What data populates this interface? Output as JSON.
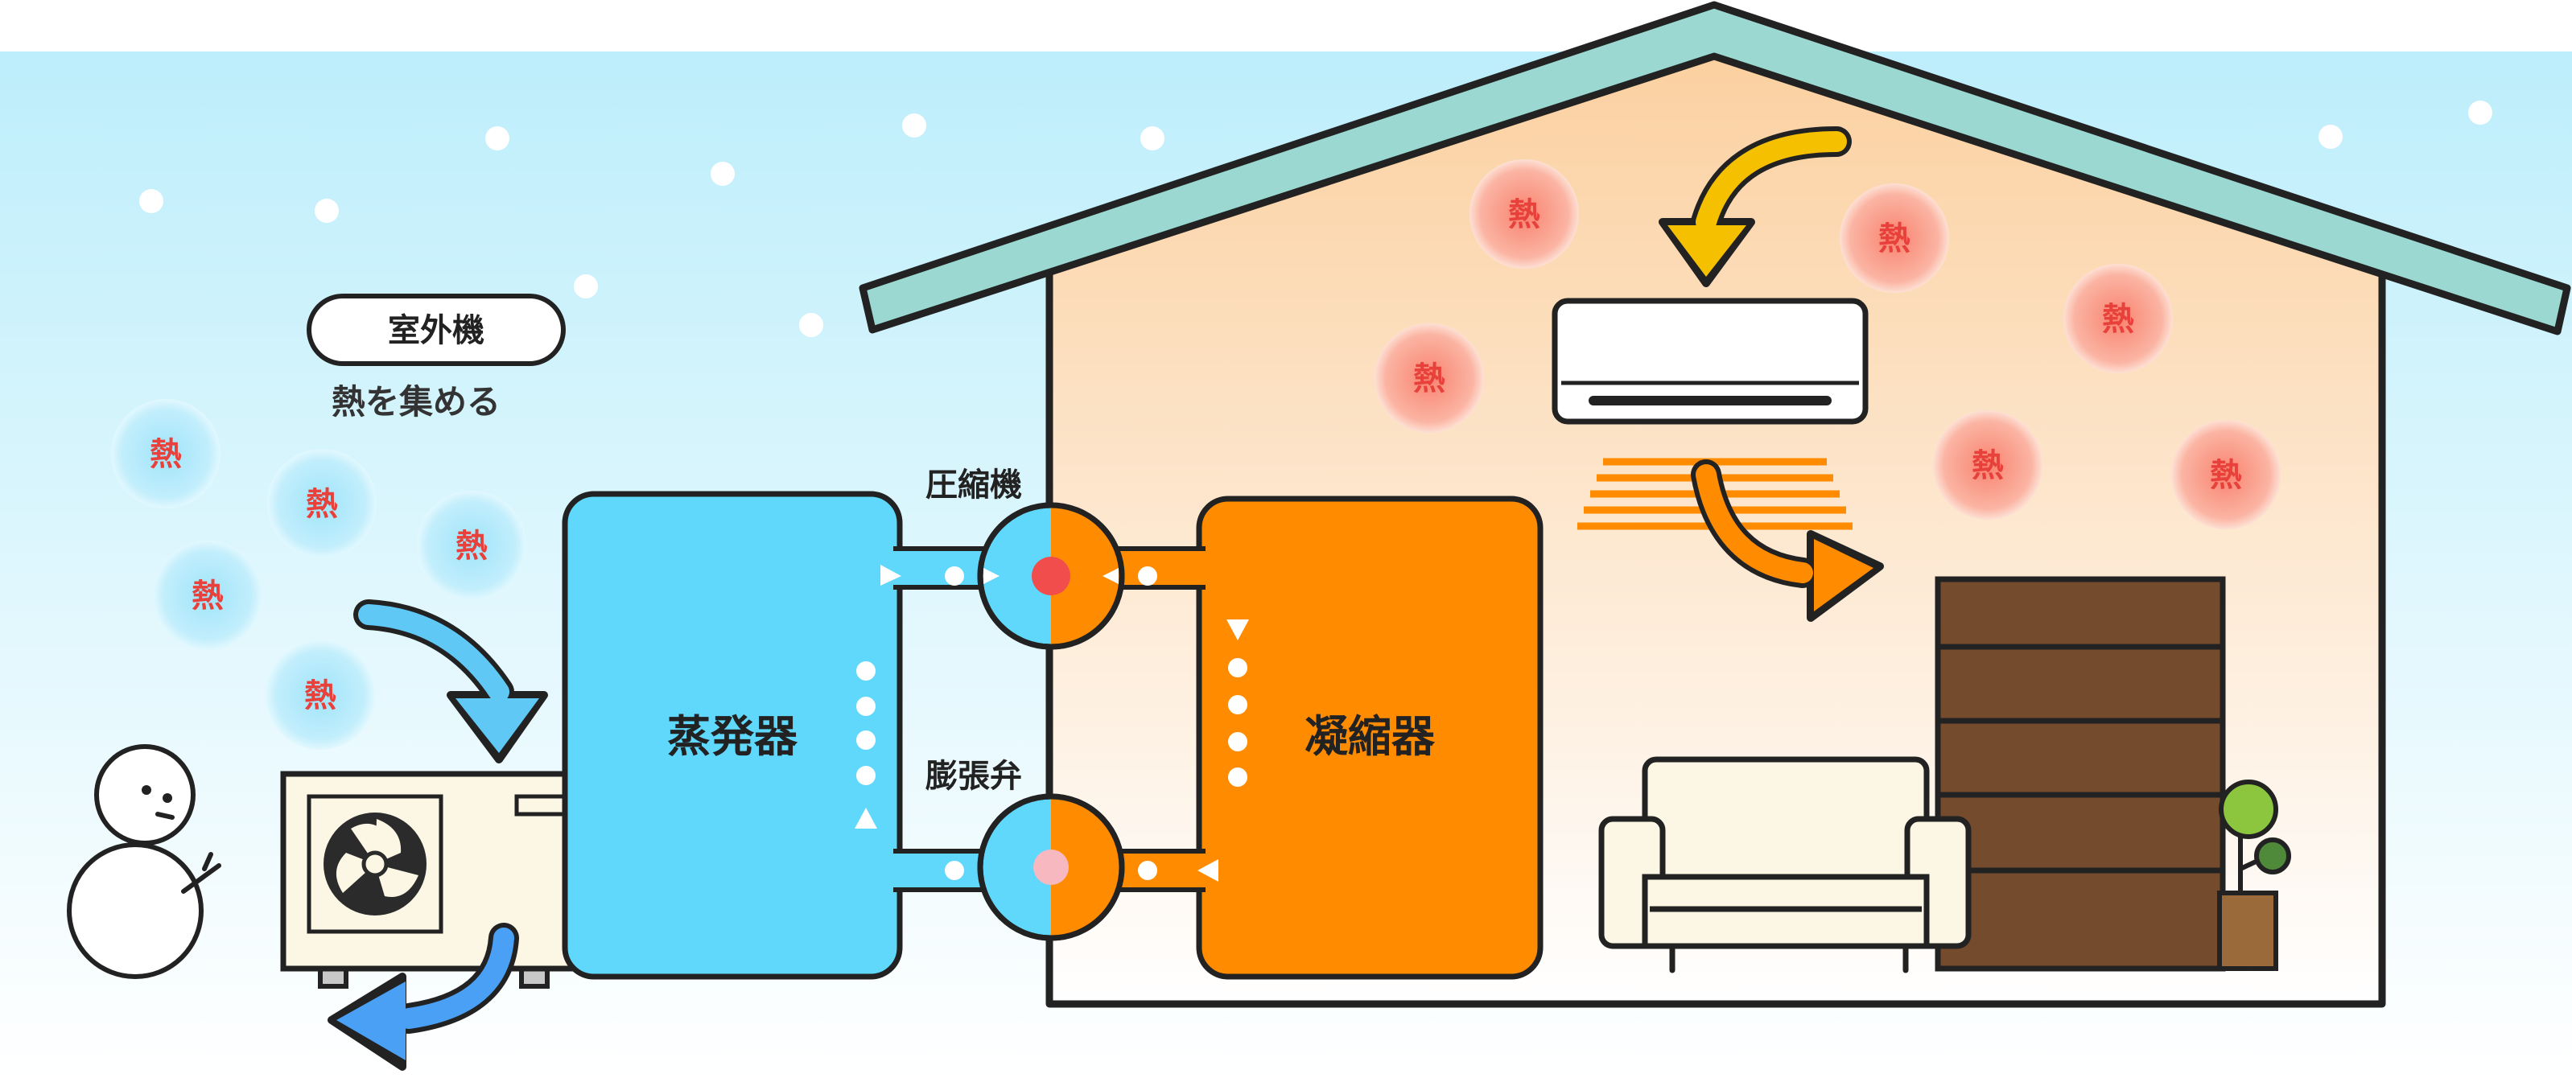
{
  "outdoor_unit_label": "室外機",
  "outdoor_caption": "熱を集める",
  "heat_label": "熱",
  "evaporator_label": "蒸発器",
  "condenser_label": "凝縮器",
  "compressor_label": "圧縮機",
  "expansion_valve_label": "膨張弁",
  "colors": {
    "outdoor_sky": "#bdeefb",
    "indoor_warm": "#fbd7ad",
    "evaporator": "#5fd8fb",
    "condenser": "#ff8c00",
    "roof": "#9bd8d1",
    "heat_warm": "#f79383",
    "heat_cold": "#aae7fb",
    "outline": "#222222"
  },
  "icons": [
    "snowflake-icon",
    "snowman-icon",
    "fan-icon",
    "air-conditioner-icon",
    "sofa-icon",
    "shelf-icon",
    "plant-icon",
    "flow-arrow-icon"
  ]
}
